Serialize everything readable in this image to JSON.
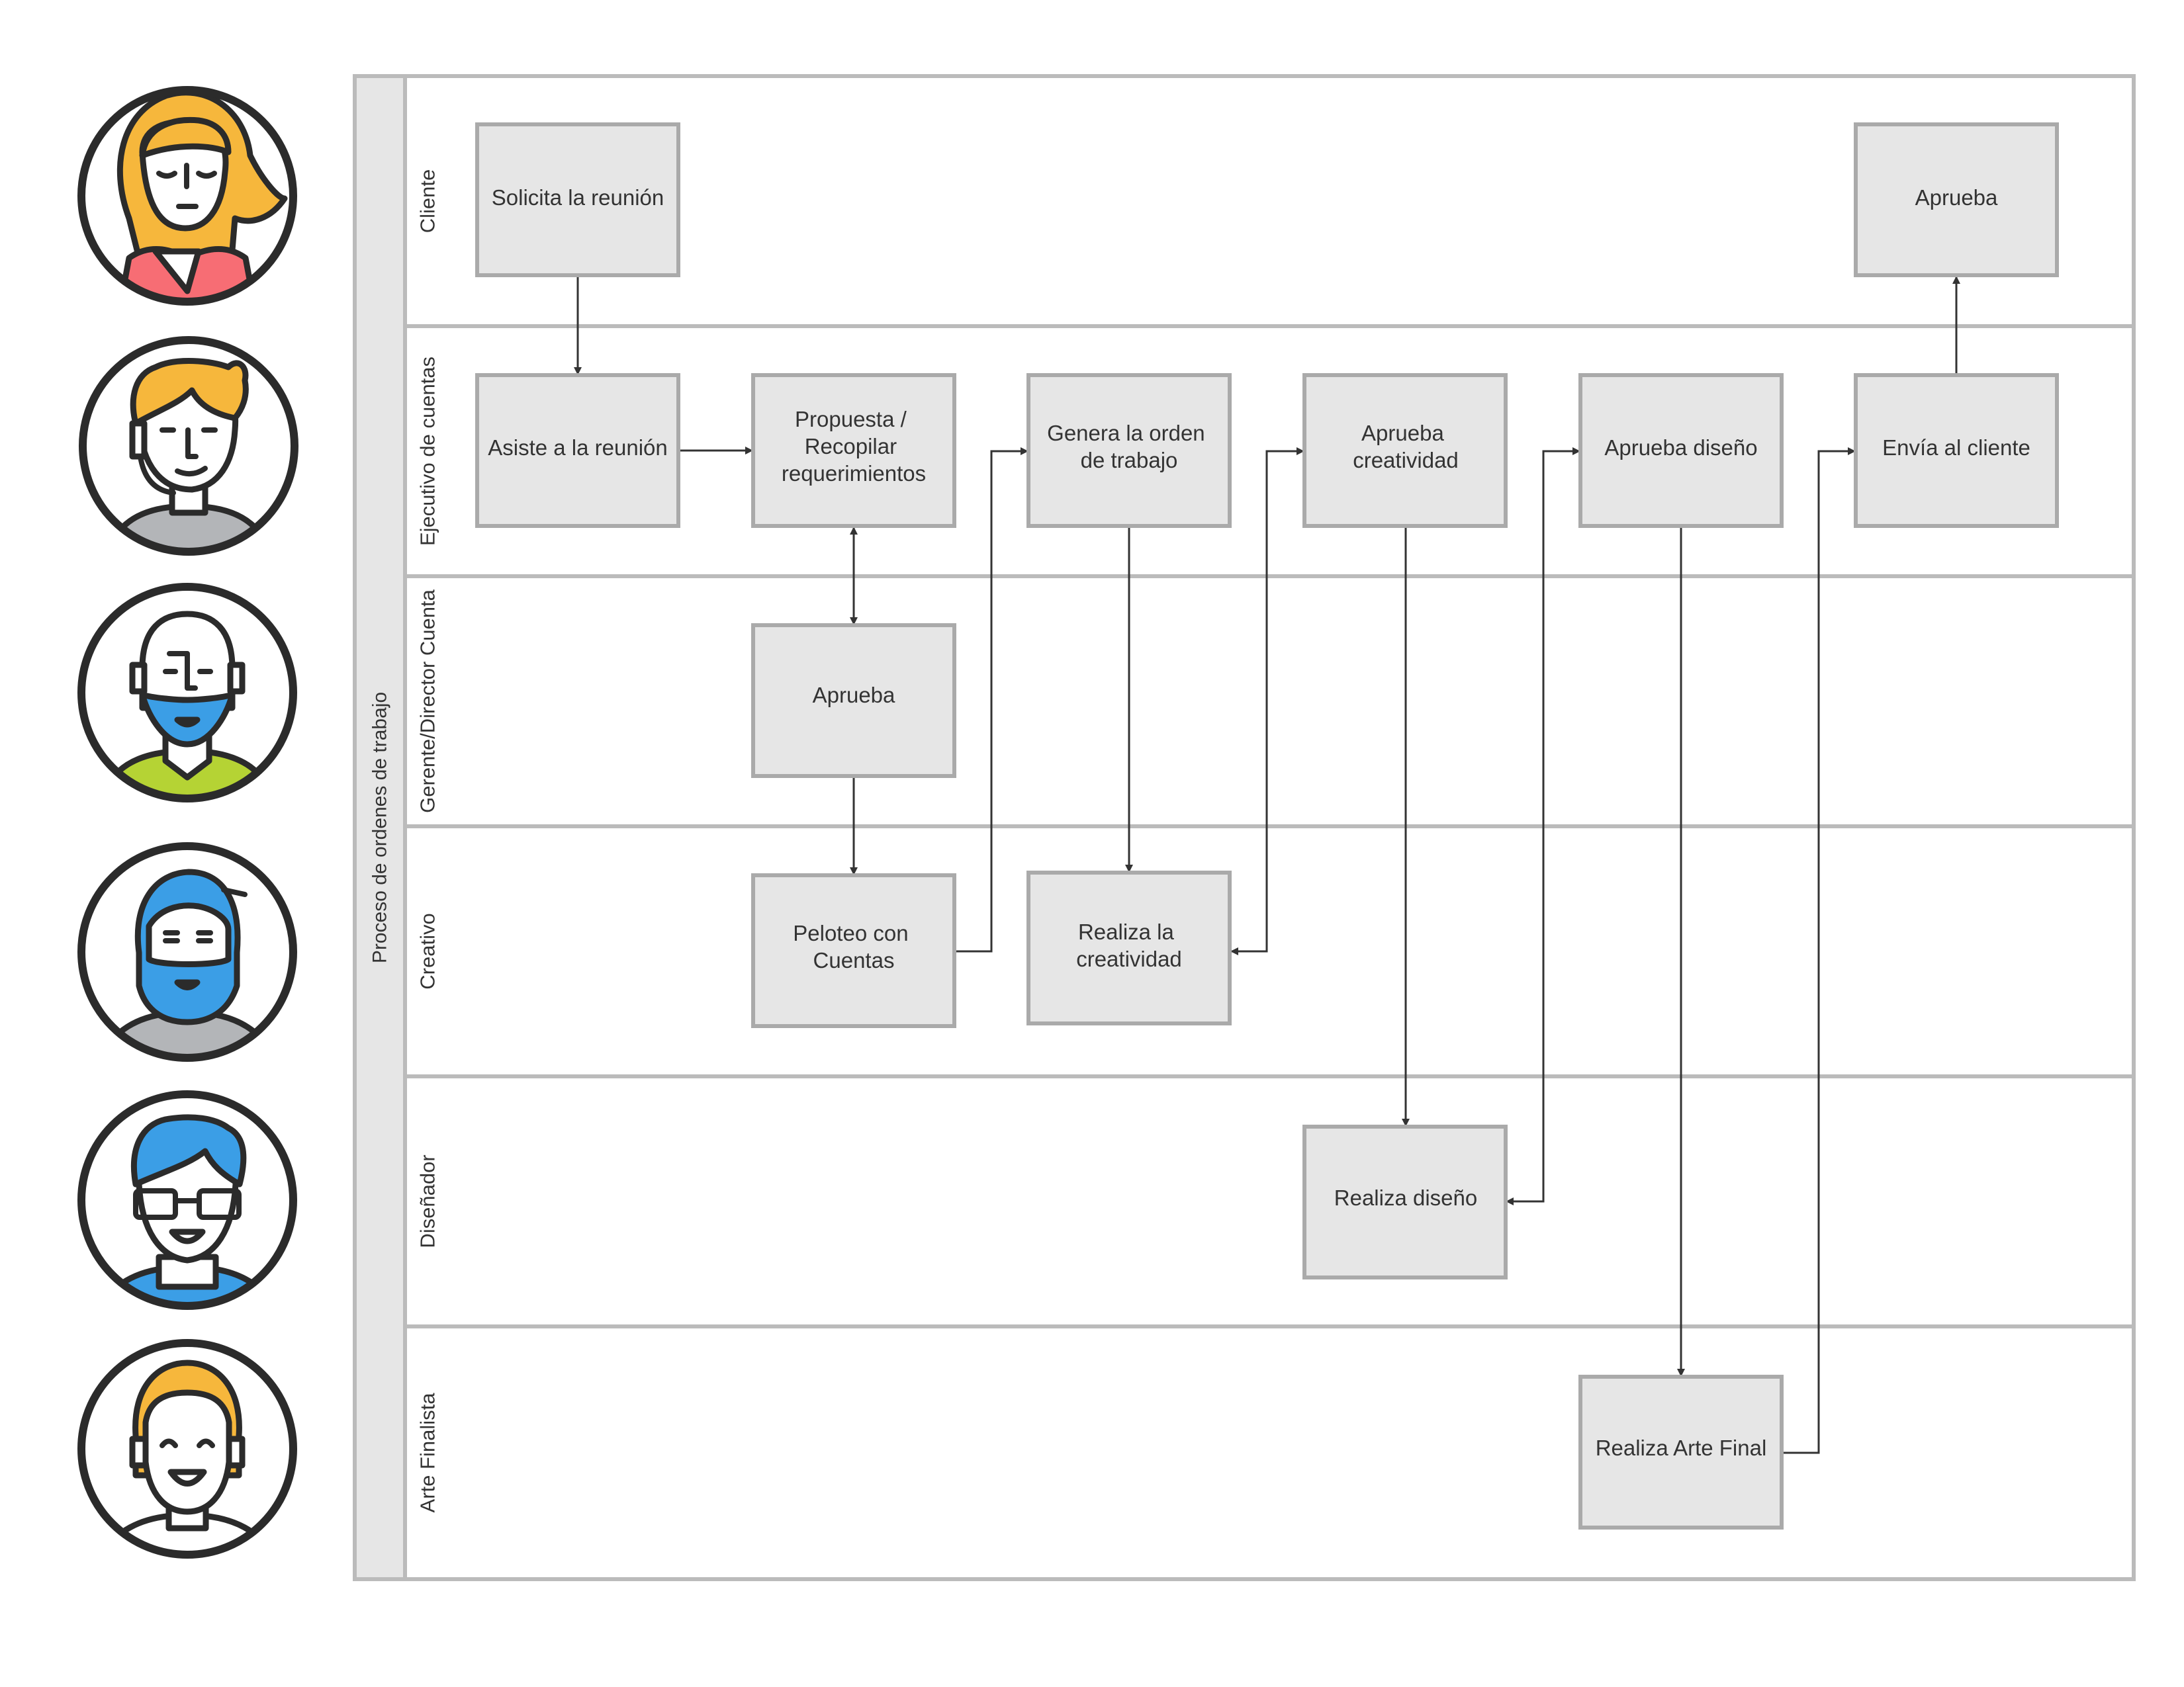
{
  "pool": {
    "title": "Proceso de ordenes de trabajo"
  },
  "lanes": [
    {
      "id": "cliente",
      "label": "Cliente"
    },
    {
      "id": "ejecutivo",
      "label": "Ejecutivo de cuentas"
    },
    {
      "id": "gerente",
      "label": "Gerente/Director Cuenta"
    },
    {
      "id": "creativo",
      "label": "Creativo"
    },
    {
      "id": "disenador",
      "label": "Diseñador"
    },
    {
      "id": "arte",
      "label": "Arte Finalista"
    }
  ],
  "nodes": [
    {
      "id": "solicita",
      "lines": [
        "Solicita la reunión"
      ]
    },
    {
      "id": "aprueba_cliente",
      "lines": [
        "Aprueba"
      ]
    },
    {
      "id": "asiste",
      "lines": [
        "Asiste a la reunión"
      ]
    },
    {
      "id": "propuesta",
      "lines": [
        "Propuesta /",
        "Recopilar",
        "requerimientos"
      ]
    },
    {
      "id": "genera",
      "lines": [
        "Genera la orden",
        "de trabajo"
      ]
    },
    {
      "id": "aprueba_creatividad",
      "lines": [
        "Aprueba",
        "creatividad"
      ]
    },
    {
      "id": "aprueba_diseno",
      "lines": [
        "Aprueba diseño"
      ]
    },
    {
      "id": "envia",
      "lines": [
        "Envía al cliente"
      ]
    },
    {
      "id": "aprueba_gerente",
      "lines": [
        "Aprueba"
      ]
    },
    {
      "id": "peloteo",
      "lines": [
        "Peloteo con",
        "Cuentas"
      ]
    },
    {
      "id": "realiza_creatividad",
      "lines": [
        "Realiza la",
        "creatividad"
      ]
    },
    {
      "id": "realiza_diseno",
      "lines": [
        "Realiza diseño"
      ]
    },
    {
      "id": "realiza_arte",
      "lines": [
        "Realiza Arte Final"
      ]
    }
  ],
  "avatars": [
    {
      "lane": "cliente",
      "icon": "woman-blonde-avatar-icon",
      "hair": "#f6b73c",
      "shirt": "#f76d74"
    },
    {
      "lane": "ejecutivo",
      "icon": "man-headset-avatar-icon",
      "hair": "#f6b73c",
      "shirt": "#b3b5b8"
    },
    {
      "lane": "gerente",
      "icon": "bald-bearded-man-avatar-icon",
      "hair": "#3b9ee6",
      "shirt": "#b5d334"
    },
    {
      "lane": "creativo",
      "icon": "bearded-man-blue-avatar-icon",
      "hair": "#3b9ee6",
      "shirt": "#b3b5b8"
    },
    {
      "lane": "disenador",
      "icon": "man-glasses-avatar-icon",
      "hair": "#3b9ee6",
      "shirt": "#3b9ee6"
    },
    {
      "lane": "arte",
      "icon": "woman-smiling-avatar-icon",
      "hair": "#f6b73c",
      "shirt": "#ffffff"
    }
  ],
  "edges": [
    {
      "from": "solicita",
      "to": "asiste"
    },
    {
      "from": "asiste",
      "to": "propuesta"
    },
    {
      "from": "propuesta",
      "to": "aprueba_gerente",
      "bidirectional": true
    },
    {
      "from": "aprueba_gerente",
      "to": "peloteo"
    },
    {
      "from": "peloteo",
      "to": "genera"
    },
    {
      "from": "genera",
      "to": "realiza_creatividad"
    },
    {
      "from": "realiza_creatividad",
      "to": "aprueba_creatividad",
      "bidirectional": true
    },
    {
      "from": "aprueba_creatividad",
      "to": "realiza_diseno"
    },
    {
      "from": "realiza_diseno",
      "to": "aprueba_diseno",
      "bidirectional": true
    },
    {
      "from": "aprueba_diseno",
      "to": "realiza_arte"
    },
    {
      "from": "realiza_arte",
      "to": "envia"
    },
    {
      "from": "envia",
      "to": "aprueba_cliente"
    }
  ],
  "colors": {
    "box_fill": "#e6e6e6",
    "box_stroke": "#aaaaaa",
    "lane_border": "#bbbbbb",
    "line": "#333333",
    "text": "#333333"
  }
}
